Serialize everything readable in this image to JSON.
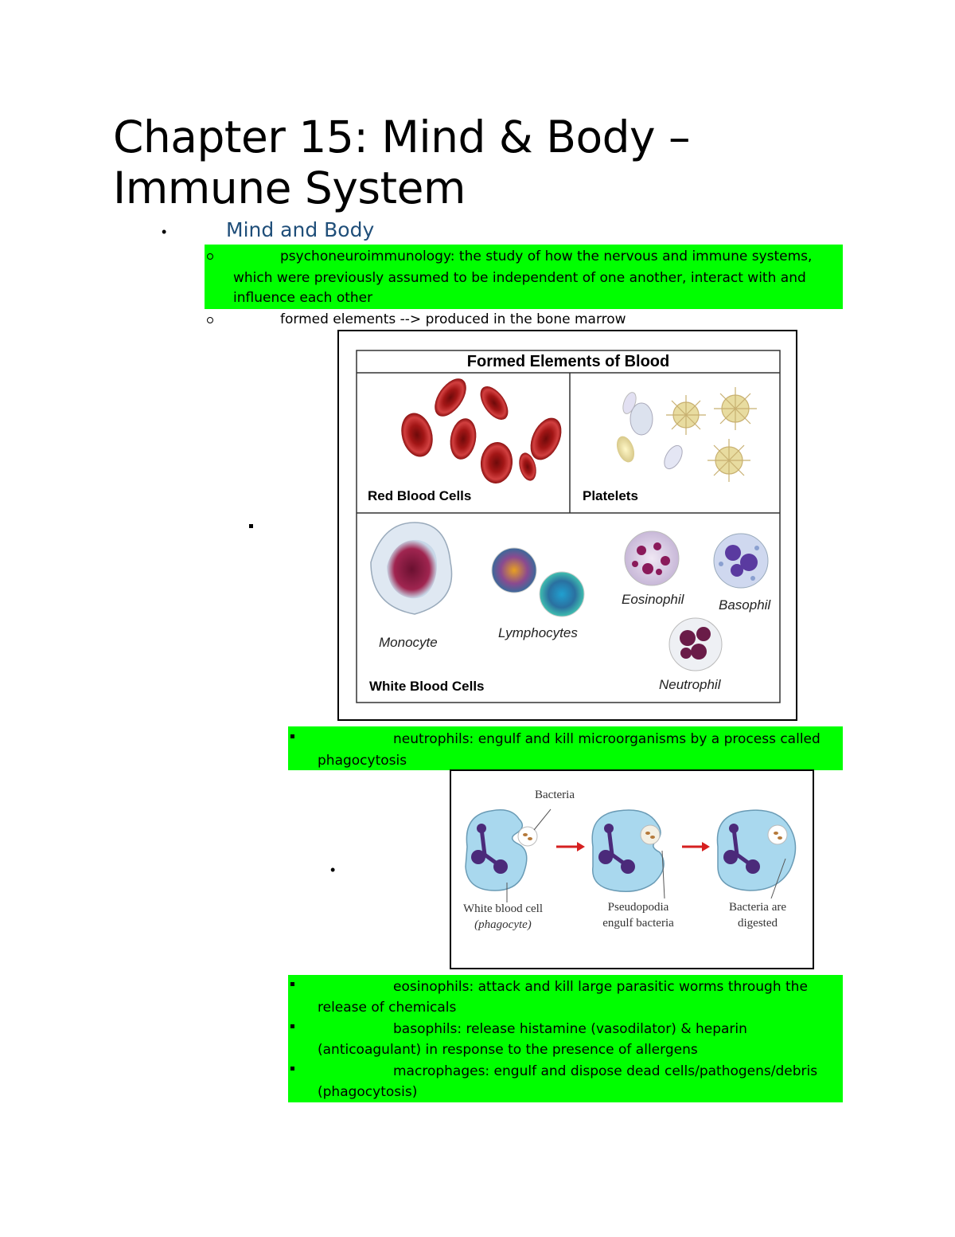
{
  "title": {
    "line1": "Chapter 15: Mind & Body –",
    "line2": "Immune System"
  },
  "section": {
    "heading": "Mind and Body",
    "items": [
      {
        "line1": "psychoneuroimmunology: the study of how the nervous and immune systems,",
        "line2": "which were previously assumed to be independent of one another, interact with and",
        "line3": "influence each other"
      },
      {
        "text": "formed elements --> produced in the bone marrow"
      }
    ]
  },
  "figure1": {
    "title": "Formed Elements of Blood",
    "rbc_label": "Red Blood Cells",
    "platelets_label": "Platelets",
    "wbc_label": "White Blood Cells",
    "monocyte": "Monocyte",
    "lymphocytes": "Lymphocytes",
    "eosinophil": "Eosinophil",
    "basophil": "Basophil",
    "neutrophil": "Neutrophil"
  },
  "neutrophils": {
    "line1": "neutrophils: engulf and kill microorganisms by a process called",
    "line2": "phagocytosis"
  },
  "figure2": {
    "bacteria": "Bacteria",
    "wbc_line1": "White blood cell",
    "wbc_line2": "(phagocyte)",
    "pseudo_line1": "Pseudopodia",
    "pseudo_line2": "engulf bacteria",
    "digest_line1": "Bacteria are",
    "digest_line2": "digested"
  },
  "more_cells": [
    {
      "line1": "eosinophils: attack and kill large parasitic worms through the",
      "line2": "release of chemicals"
    },
    {
      "line1": "basophils: release histamine (vasodilator) & heparin",
      "line2": "(anticoagulant) in response to the presence of allergens"
    },
    {
      "line1": "macrophages: engulf and dispose dead cells/pathogens/debris",
      "line2": "(phagocytosis)"
    }
  ],
  "colors": {
    "highlight": "#00ff00",
    "heading": "#1f4e79",
    "rbc": "#b01c1c",
    "arrow": "#d62020",
    "cell_fill": "#a9d8ee",
    "nucleus": "#4b2a7a"
  }
}
